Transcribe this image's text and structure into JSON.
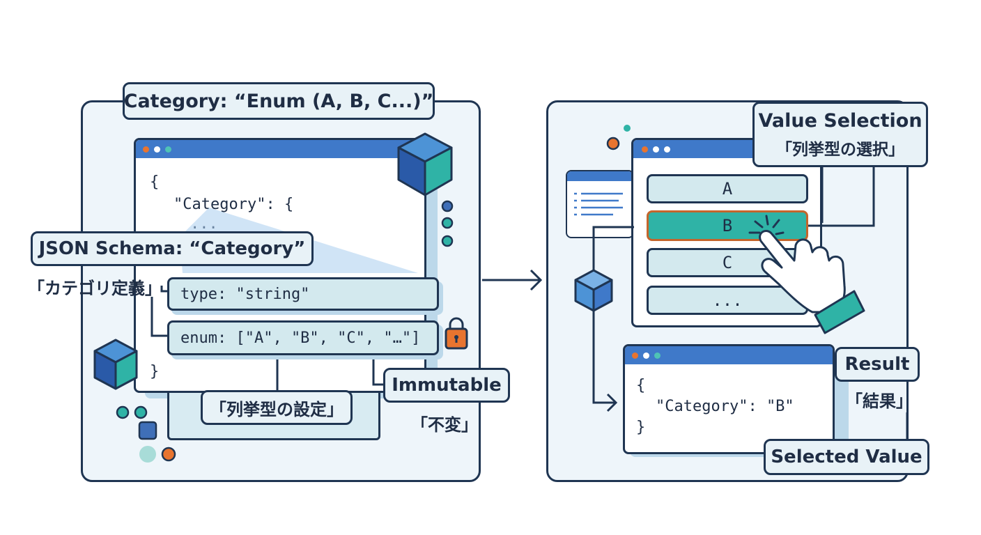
{
  "left_panel": {
    "title": "Category: “Enum (A, B, C...)”",
    "code": {
      "open_brace": "{",
      "category_line": "\"Category\": {",
      "ellipsis": "...",
      "close_brace": "}"
    },
    "schema_label": "JSON Schema: “Category”",
    "schema_label_jp": "「カテゴリ定義」",
    "type_line": "type: \"string\"",
    "enum_line": "enum: [\"A\", \"B\", \"C\", \"…\"]",
    "enum_setting_jp": "「列挙型の設定」",
    "immutable_label": "Immutable",
    "immutable_label_jp": "「不変」"
  },
  "right_panel": {
    "selection_label": "Value Selection",
    "selection_label_jp": "「列挙型の選択」",
    "options": [
      "A",
      "B",
      "C",
      "..."
    ],
    "selected_option": "B",
    "result_label": "Result",
    "result_label_jp": "「結果」",
    "result_code": {
      "open_brace": "{",
      "line": "\"Category\": \"B\"",
      "close_brace": "}"
    },
    "selected_value_label": "Selected Value"
  },
  "colors": {
    "outline": "#1f3552",
    "titlebar": "#3f79c9",
    "teal": "#2fb3a6",
    "orange": "#e8742f",
    "panel_bg": "#eef5fa",
    "box_bg": "#d3e9ee"
  },
  "icons": [
    "cube-icon",
    "padlock-icon",
    "pointing-hand-icon",
    "tap-burst-icon",
    "document-icon"
  ]
}
